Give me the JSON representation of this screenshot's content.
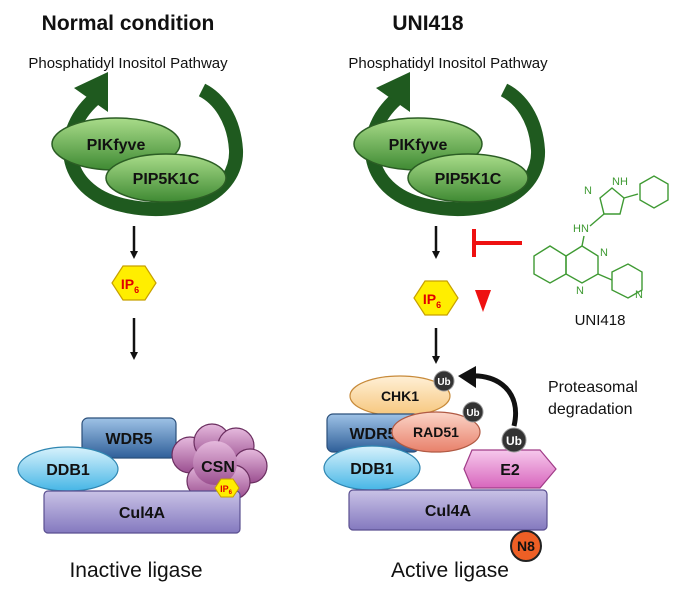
{
  "left": {
    "title": "Normal condition",
    "pathway_label": "Phosphatidyl Inositol Pathway",
    "kinase_1": "PIKfyve",
    "kinase_2": "PIP5K1C",
    "ip6_main": "IP",
    "ip6_sub": "6",
    "complex": {
      "wdr5": "WDR5",
      "ddb1": "DDB1",
      "csn": "CSN",
      "csn_ip6_main": "IP",
      "csn_ip6_sub": "6",
      "cul4a": "Cul4A"
    },
    "caption": "Inactive ligase"
  },
  "right": {
    "title": "UNI418",
    "pathway_label": "Phosphatidyl Inositol Pathway",
    "kinase_1": "PIKfyve",
    "kinase_2": "PIP5K1C",
    "ip6_main": "IP",
    "ip6_sub": "6",
    "compound_label": "UNI418",
    "chem_atoms": {
      "n1": "N",
      "nh": "NH",
      "h": "H",
      "n_amine": "N",
      "n3": "N",
      "n4": "N",
      "n_pyr": "N"
    },
    "complex": {
      "chk1": "CHK1",
      "rad51": "RAD51",
      "wdr5": "WDR5",
      "ddb1": "DDB1",
      "e2": "E2",
      "cul4a": "Cul4A",
      "ub": "Ub",
      "n8": "N8"
    },
    "degradation_line1": "Proteasomal",
    "degradation_line2": "degradation",
    "caption": "Active ligase"
  },
  "colors": {
    "green_dark": "#1f5a1f",
    "green_light": "#8ccb6c",
    "ip6_yellow": "#ffee00",
    "ip6_text": "#e00000",
    "inhibit_red": "#ee1111",
    "wdr5_blue": "#3f73ad",
    "ddb1_blue": "#6cc7ee",
    "csn_purple": "#b36ba8",
    "cul4a_purple": "#9a8fca",
    "chk1_peach": "#fbd8a0",
    "rad51_salmon": "#f2a38c",
    "e2_pink": "#e68ad0",
    "ub_dark": "#333333",
    "n8_orange": "#ee5f25",
    "chem_green": "#3f9a33"
  }
}
